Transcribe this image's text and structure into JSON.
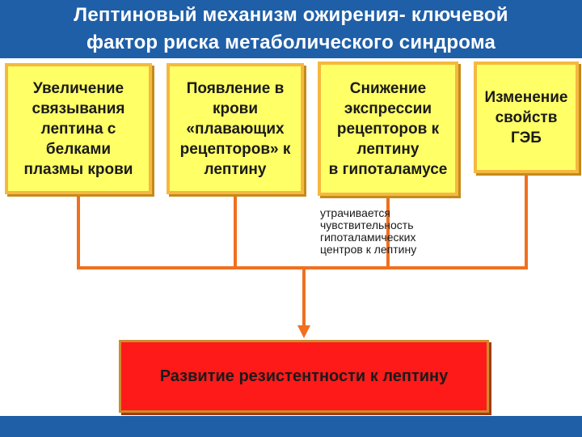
{
  "slide": {
    "title": "Лептиновый механизм ожирения- ключевой\nфактор риска метаболического синдрома"
  },
  "diagram": {
    "boxes": [
      "Увеличение\nсвязывания\nлептина с\nбелками\nплазмы крови",
      "Появление в\nкрови\n«плавающих\nрецепторов» к\nлептину",
      "Снижение\nэкспрессии\nрецепторов к\nлептину\nв гипоталамусе",
      "Изменение\nсвойств\nГЭБ"
    ],
    "note": "утрачивается\nчувствительность\nгипоталамических\nцентров к лептину",
    "result": "Развитие резистентности к лептину"
  },
  "colors": {
    "header_bg": "#1f5fa8",
    "box_fill": "#ffff66",
    "box_border": "#f5b840",
    "connector": "#f07020",
    "result_fill": "#ff1a1a"
  }
}
